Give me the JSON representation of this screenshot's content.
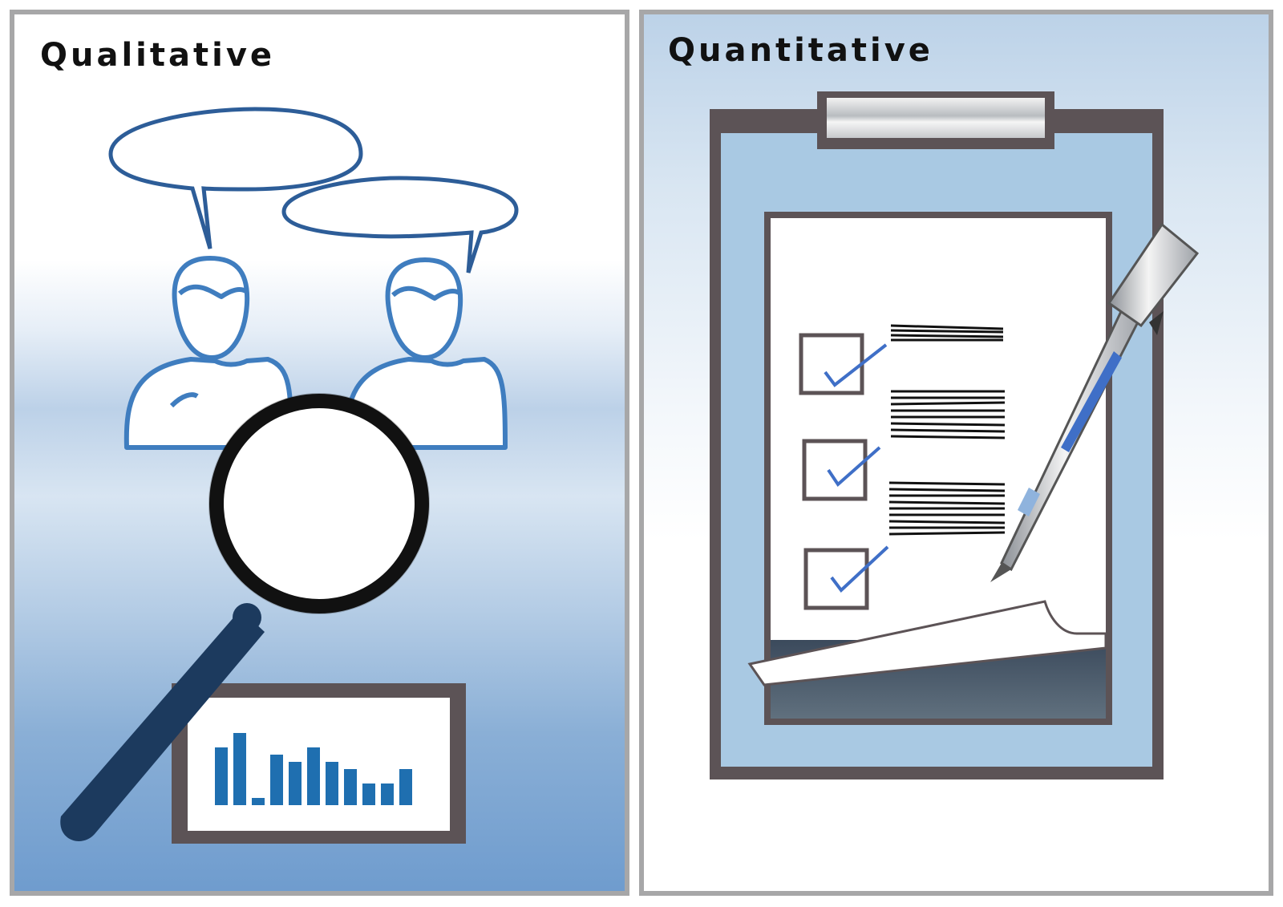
{
  "panels": {
    "qualitative": {
      "title": "Qualitative"
    },
    "quantitative": {
      "title": "Quantitative"
    }
  },
  "icons": [
    "speech-bubble-icon",
    "person-icon",
    "magnifying-glass-icon",
    "bar-chart-icon",
    "clipboard-icon",
    "checkbox-icon",
    "pen-icon"
  ],
  "colors": {
    "person_outline": "#3f7dbf",
    "bubble_outline": "#2d5d98",
    "magnifier": "#1c3a5e",
    "frame": "#5c5356",
    "clipboard_board": "#a9c9e3",
    "check": "#3f6fc7",
    "bars": "#1f6fb0"
  },
  "mini_chart": {
    "values": [
      8,
      10,
      1,
      7,
      6,
      8,
      6,
      5,
      3,
      3,
      5
    ]
  }
}
